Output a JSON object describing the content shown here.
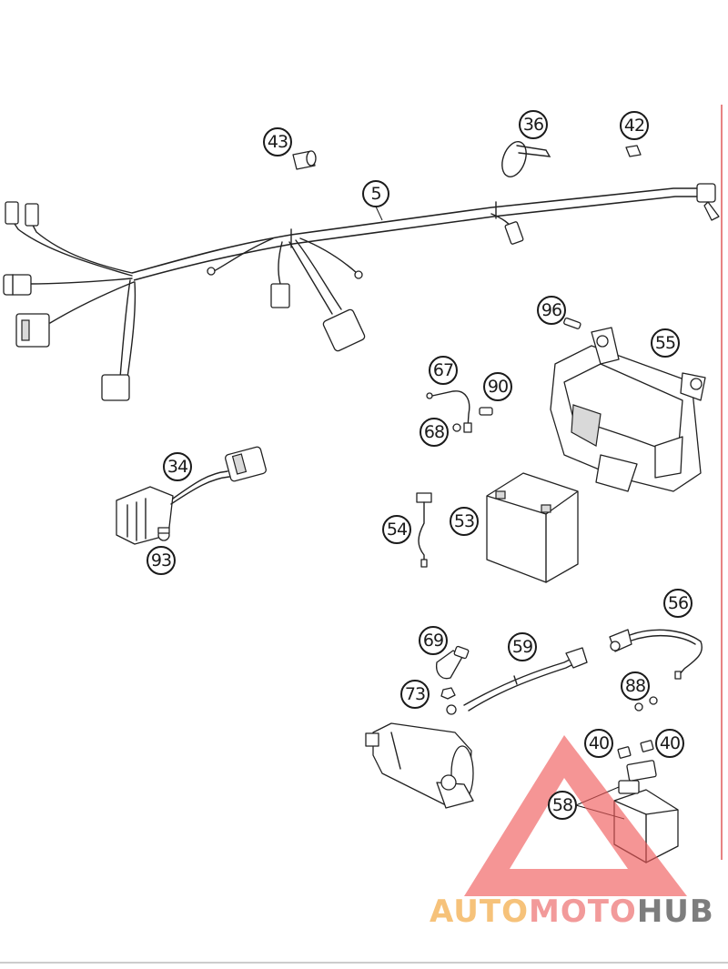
{
  "callouts": {
    "c5": "5",
    "c34": "34",
    "c36": "36",
    "c40a": "40",
    "c40b": "40",
    "c42": "42",
    "c43": "43",
    "c53": "53",
    "c54": "54",
    "c55": "55",
    "c56": "56",
    "c58": "58",
    "c59": "59",
    "c67": "67",
    "c68": "68",
    "c69": "69",
    "c73": "73",
    "c88": "88",
    "c90": "90",
    "c93": "93",
    "c96": "96"
  },
  "watermark": {
    "part1": "AUTO",
    "part2": "MOTO",
    "part3": "HUB",
    "color1": "#f6c27a",
    "color2": "#f29a9a",
    "color3": "#7d7d7d",
    "triangle_color": "#ef5a5a"
  }
}
